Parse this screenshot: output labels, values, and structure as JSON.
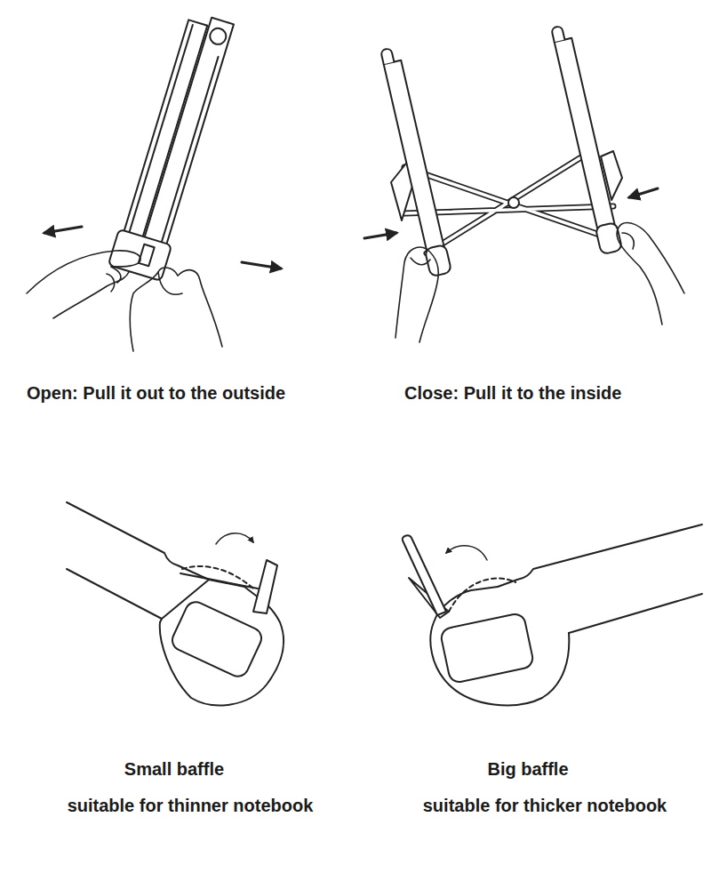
{
  "diagram": {
    "labels": [
      "Open: Pull it out to the outside",
      "Close: Pull it to the inside",
      "Small baffle",
      "suitable for thinner notebook",
      "Big baffle",
      "suitable for thicker notebook"
    ]
  }
}
